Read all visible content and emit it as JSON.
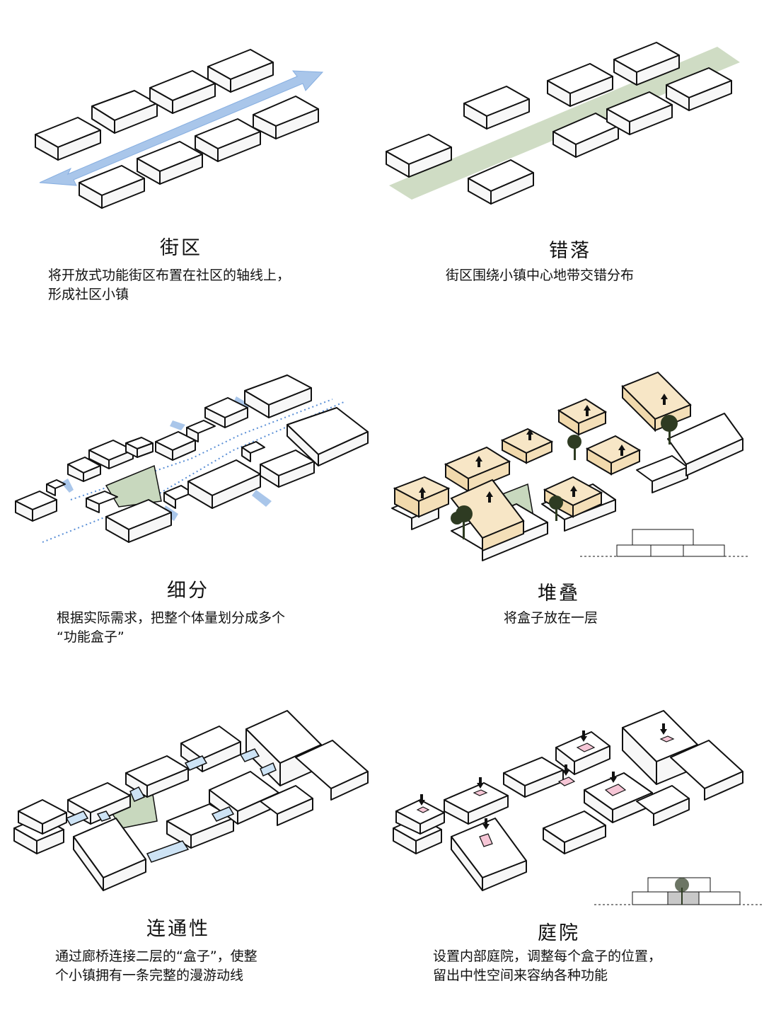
{
  "panels": [
    {
      "key": "street",
      "title": "街区",
      "desc": "将开放式功能街区布置在社区的轴线上，\n形成社区小镇"
    },
    {
      "key": "stagger",
      "title": "错落",
      "desc": "街区围绕小镇中心地带交错分布"
    },
    {
      "key": "subdivide",
      "title": "细分",
      "desc": "根据实际需求，把整个体量划分成多个\n“功能盒子”"
    },
    {
      "key": "stack",
      "title": "堆叠",
      "desc": "将盒子放在一层"
    },
    {
      "key": "connect",
      "title": "连通性",
      "desc": "通过廊桥连接二层的“盒子”，使整\n个小镇拥有一条完整的漫游动线"
    },
    {
      "key": "courtyard",
      "title": "庭院",
      "desc": "设置内部庭院，调整每个盒子的位置，\n留出中性空间来容纳各种功能"
    }
  ],
  "colors": {
    "axis_arrow": "#a9c6ea",
    "green_zone": "#cfdcc4",
    "stack_box": "#f7e6c6",
    "bridge": "#cde3f5",
    "court_pink": "#f6c6d6",
    "tree": "#2e3b22",
    "line": "#111111"
  }
}
